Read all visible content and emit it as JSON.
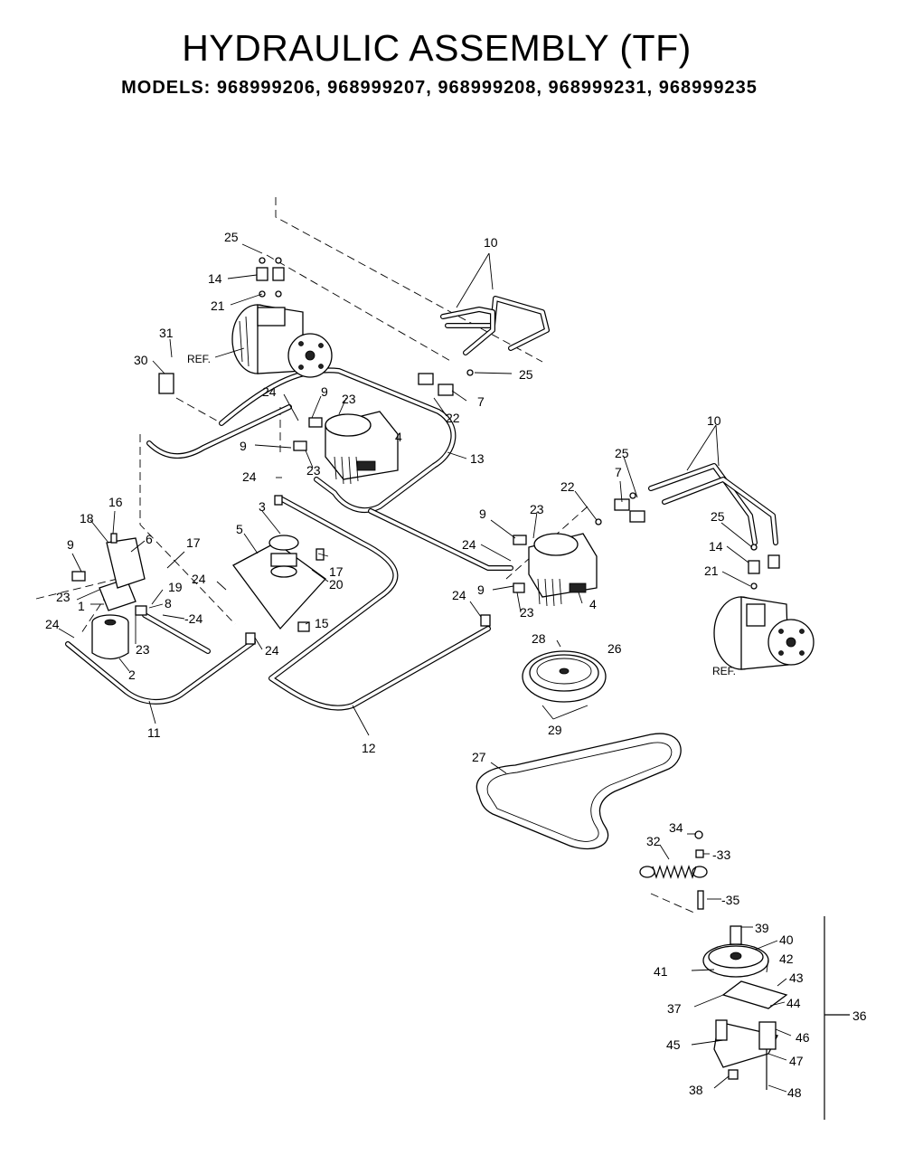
{
  "title": "HYDRAULIC ASSEMBLY (TF)",
  "models_line": "MODELS: 968999206, 968999207, 968999208, 968999231, 968999235",
  "callouts": {
    "c1": "1",
    "c2": "2",
    "c3": "3",
    "c4a": "4",
    "c4b": "4",
    "c5": "5",
    "c6": "6",
    "c7a": "7",
    "c7b": "7",
    "c8": "8",
    "c9a": "9",
    "c9b": "9",
    "c9c": "9",
    "c9d": "9",
    "c9e": "9",
    "c10a": "10",
    "c10b": "10",
    "c11": "11",
    "c12": "12",
    "c13": "13",
    "c14a": "14",
    "c14b": "14",
    "c15": "15",
    "c16": "16",
    "c17a": "17",
    "c17b": "17",
    "c18": "18",
    "c19": "19",
    "c20": "20",
    "c21a": "21",
    "c21b": "21",
    "c22a": "22",
    "c22b": "22",
    "c23a": "23",
    "c23b": "23",
    "c23c": "23",
    "c23d": "23",
    "c23e": "23",
    "c23f": "23",
    "c24a": "24",
    "c24b": "24",
    "c24c": "24",
    "c24d": "24",
    "c24e": "24",
    "c24f": "24",
    "c24g": "24",
    "c24h": "-24",
    "c25a": "25",
    "c25b": "25",
    "c25c": "25",
    "c25d": "25",
    "c26": "26",
    "c27": "27",
    "c28": "28",
    "c29": "29",
    "c30": "30",
    "c31": "31",
    "c32": "32",
    "c33": "-33",
    "c34": "34",
    "c35": "-35",
    "c36": "36",
    "c37": "37",
    "c38": "38",
    "c39": "39",
    "c40": "40",
    "c41": "41",
    "c42": "42",
    "c43": "43",
    "c44": "44",
    "c45": "45",
    "c46": "46",
    "c47": "47",
    "c48": "48",
    "ref1": "REF.",
    "ref2": "REF."
  }
}
